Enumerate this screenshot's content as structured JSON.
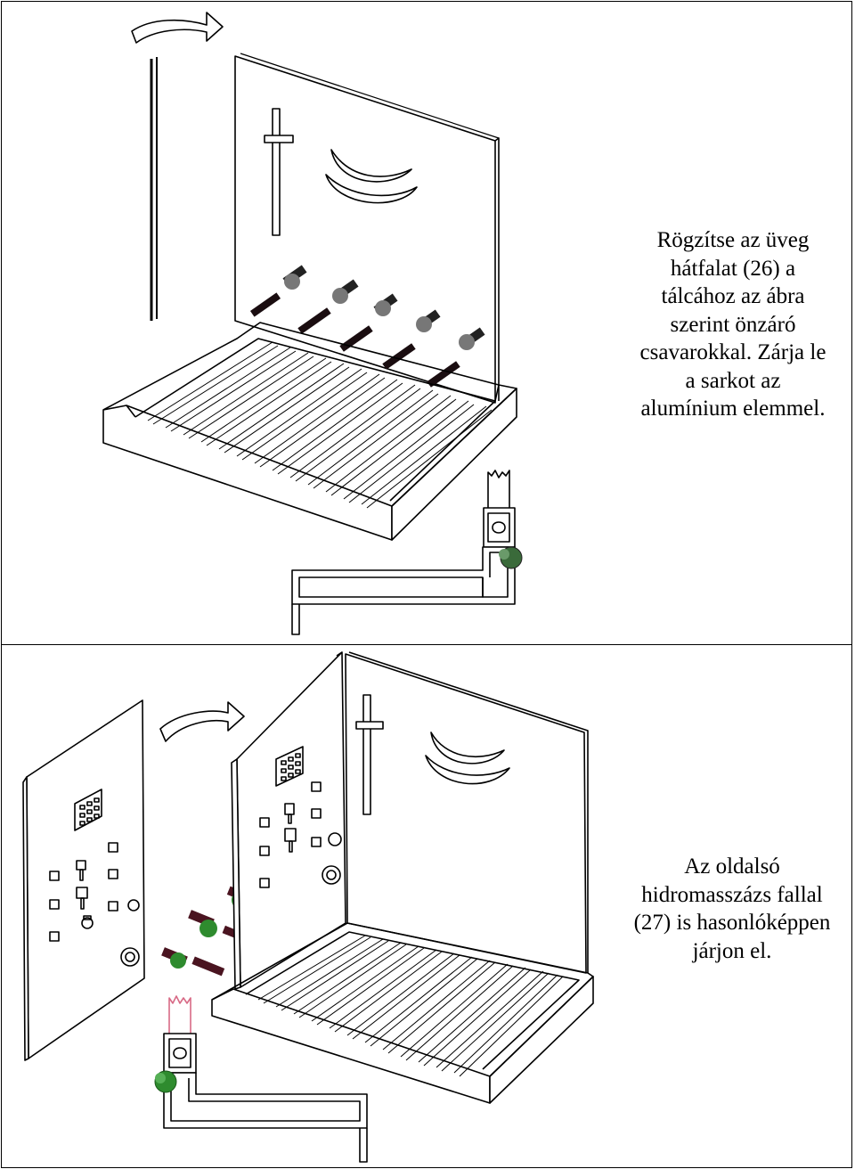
{
  "steps": [
    {
      "caption_lines": [
        "Rögzítse az üveg",
        "hátfalat (26) a",
        "tálcához az ábra",
        "szerint önzáró",
        "csavarokkal. Zárja le",
        "a sarkot az",
        "alumínium elemmel."
      ]
    },
    {
      "caption_lines": [
        "Az oldalsó",
        "hidromasszázs fallal",
        "(27) is hasonlóképpen",
        "járjon el."
      ]
    }
  ],
  "colors": {
    "line": "#000000",
    "screw_dark": "#1a0d10",
    "screw_maroon": "#4a1420",
    "screw_head": "#777777",
    "sealant_green": "#2e8b2e",
    "glass_edge_pink": "#d86a86"
  }
}
